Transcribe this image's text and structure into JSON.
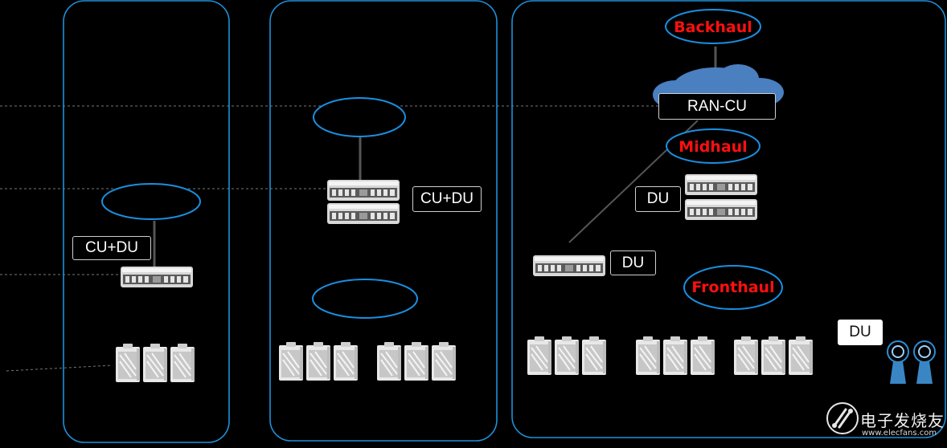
{
  "labels": {
    "cu_du_1": "CU+DU",
    "cu_du_2": "CU+DU",
    "ran_cu": "RAN-CU",
    "du_1": "DU",
    "du_2": "DU",
    "du_3": "DU"
  },
  "haul": {
    "backhaul": "Backhaul",
    "midhaul": "Midhaul",
    "fronthaul": "Fronthaul"
  },
  "watermark": {
    "text": "电子发烧友",
    "url": "www.elecfans.com"
  },
  "colors": {
    "panel_border": "#1e90d8",
    "ellipse_border": "#1a8fe0",
    "haul_text": "#ff1010",
    "cloud": "#4a7fc0"
  }
}
